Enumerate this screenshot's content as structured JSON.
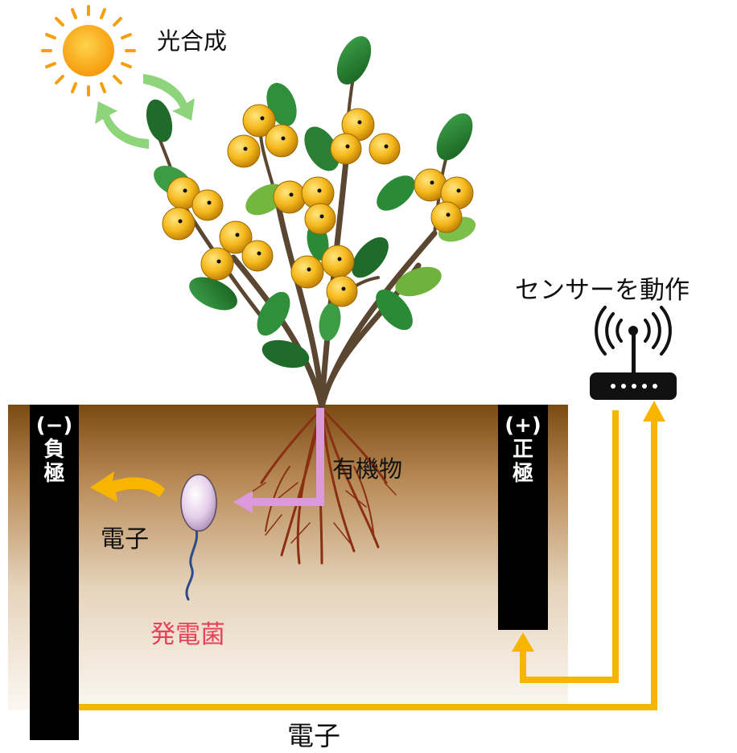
{
  "labels": {
    "photosynthesis": "光合成",
    "sensor": "センサーを動作",
    "organic_matter": "有機物",
    "bacteria": "発電菌",
    "electrons_left": "電子",
    "electrons_bottom": "電子"
  },
  "electrodes": {
    "negative": {
      "sign": "(−)",
      "chars": [
        "負",
        "極"
      ]
    },
    "positive": {
      "sign": "(+)",
      "chars": [
        "正",
        "極"
      ]
    }
  },
  "colors": {
    "wire": "#f7b500",
    "organic_arrow": "#dd99dd",
    "bacteria_label": "#e8425a",
    "cycle_arrow": "#8ed47a",
    "electrode": "#000000",
    "root": "#8b2f12"
  },
  "icons": [
    "sun-icon",
    "router-icon",
    "plant-illustration",
    "bacterium-icon"
  ]
}
